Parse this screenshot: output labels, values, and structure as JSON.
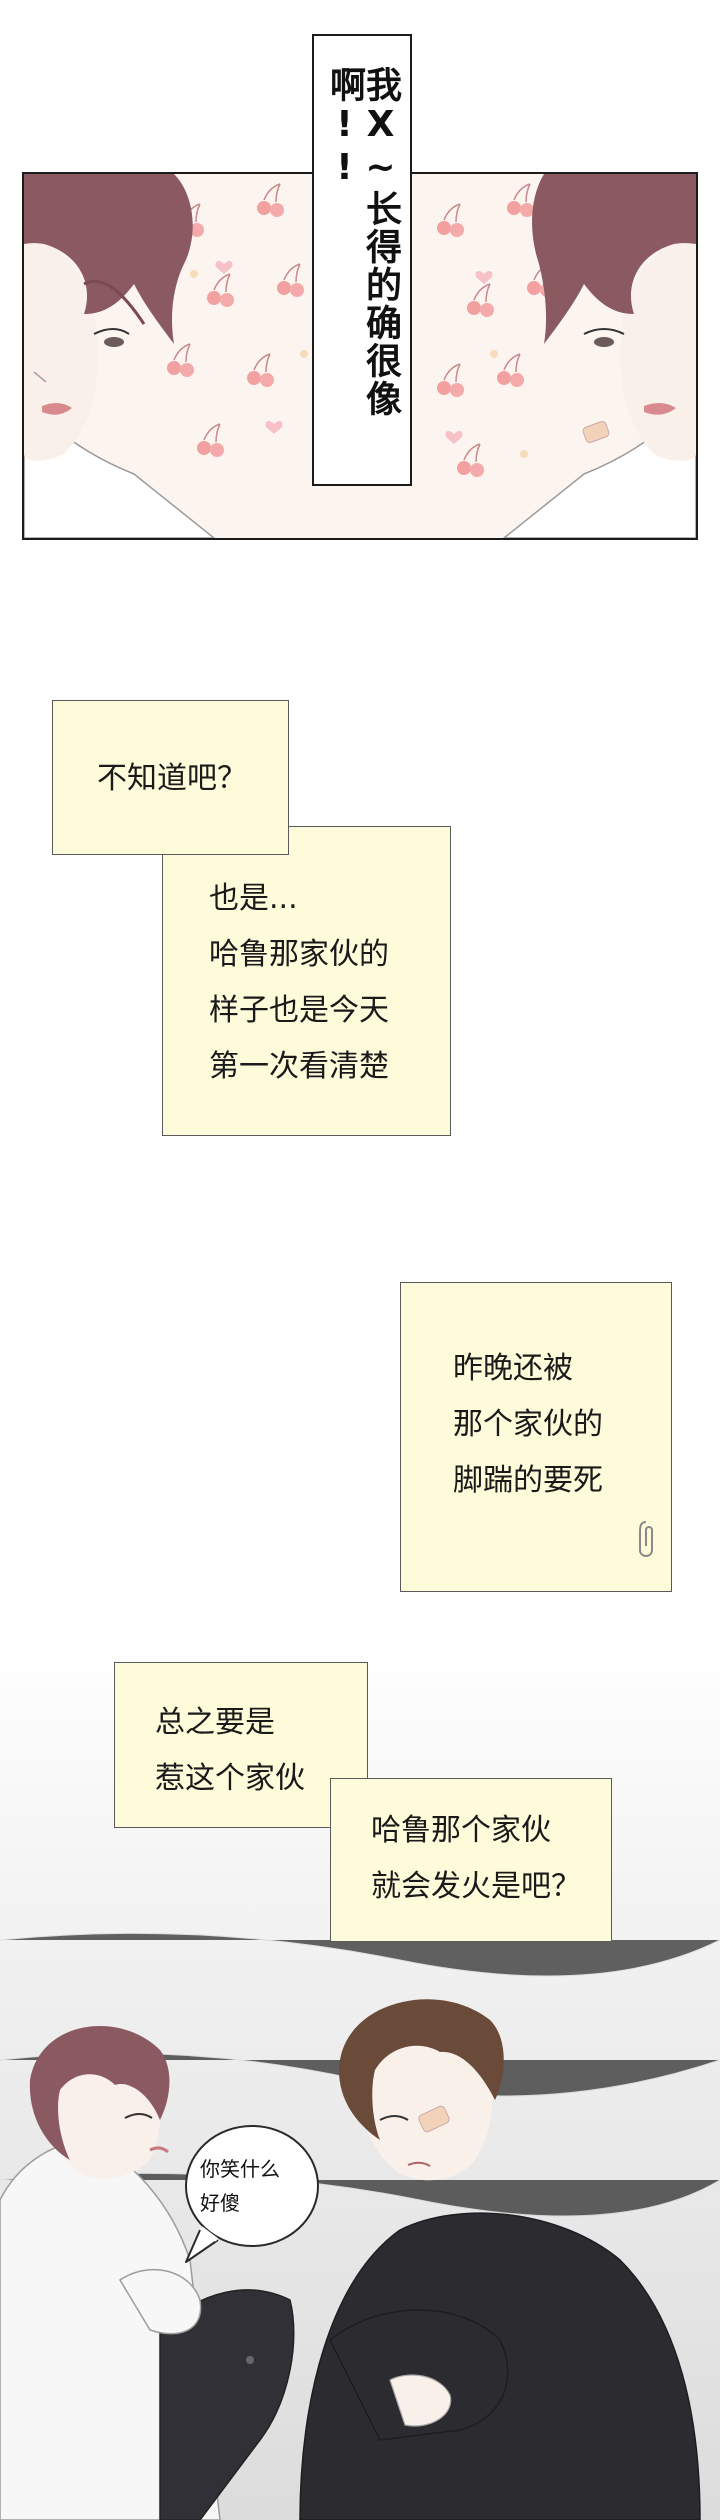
{
  "panel1": {
    "vertical_caption": "我X~长得的确很像啊!!"
  },
  "captions": {
    "c1": {
      "lines": [
        "不知道吧？"
      ]
    },
    "c2": {
      "lines": [
        "也是...",
        "哈鲁那家伙的",
        "样子也是今天",
        "第一次看清楚"
      ]
    },
    "c3": {
      "lines": [
        "昨晚还被",
        "那个家伙的",
        "脚踹的要死"
      ]
    },
    "c4": {
      "lines": [
        "总之要是",
        "惹这个家伙"
      ]
    },
    "c5": {
      "lines": [
        "哈鲁那个家伙",
        "就会发火是吧？"
      ]
    }
  },
  "bubble": {
    "lines": [
      "你笑什么",
      "好傻"
    ]
  },
  "colors": {
    "note_bg": "#fdfbd9",
    "cherry": "#f2a0a0",
    "hair": "#8a5a60",
    "hair_brown": "#6a4a38",
    "suit": "#2b2b30"
  }
}
